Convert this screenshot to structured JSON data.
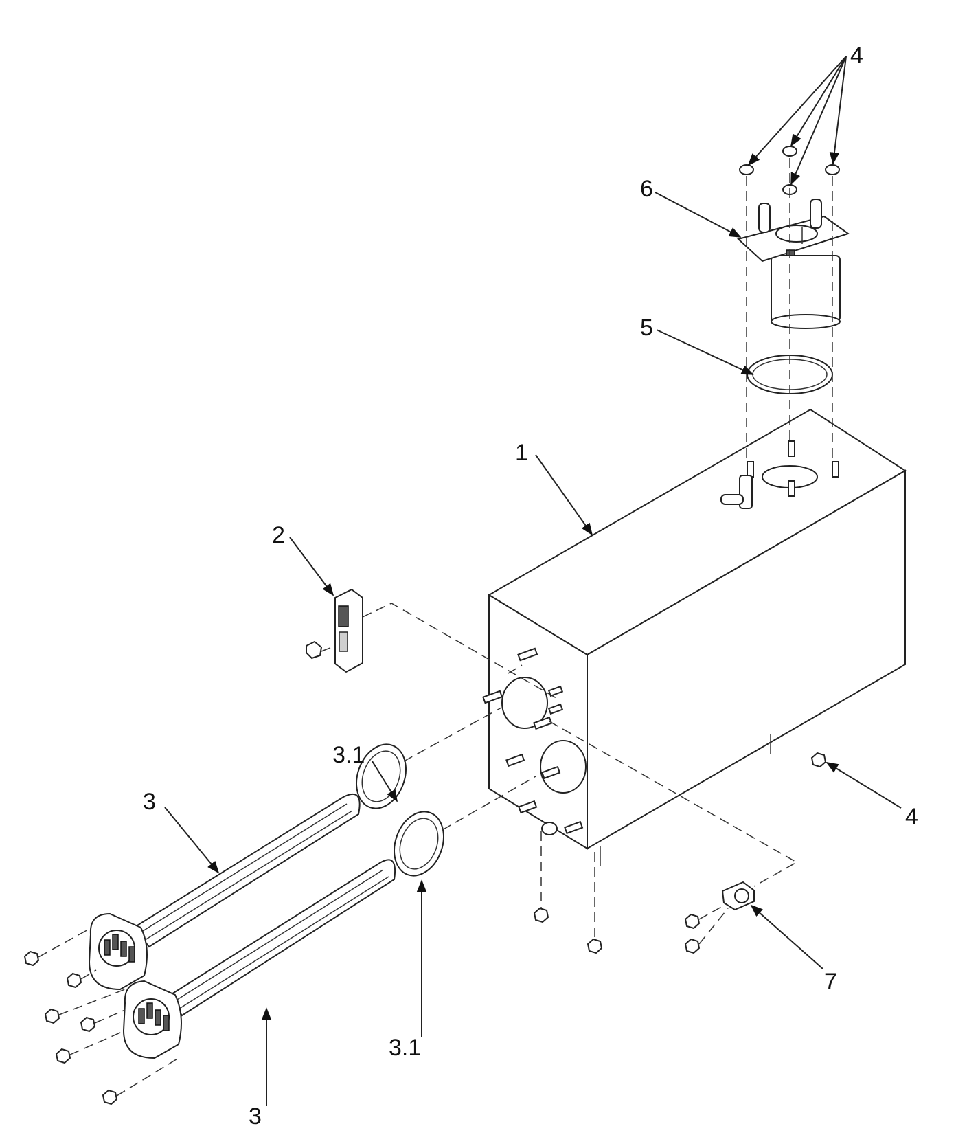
{
  "labels": {
    "tank": "1",
    "bracket": "2",
    "heater_top": "3",
    "heater_bottom": "3",
    "gasket_top": "3.1",
    "gasket_bottom": "3.1",
    "nut_top": "4",
    "nut_right": "4",
    "top_gasket": "5",
    "top_flange": "6",
    "thermostat": "7"
  }
}
